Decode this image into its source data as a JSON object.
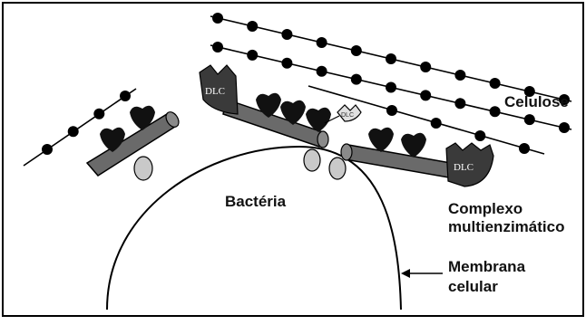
{
  "labels": {
    "celulose": "Celulose",
    "bacteria": "Bactéria",
    "complexo_line1": "Complexo",
    "complexo_line2": "multienzimático",
    "membrana_line1": "Membrana",
    "membrana_line2": "celular"
  },
  "dlc": {
    "left": "DLC",
    "right": "DLC",
    "small": "DLC"
  },
  "colors": {
    "frame": "#000000",
    "rod": "#6a6a6a",
    "anchor": "#c9c9c9",
    "dlc_fill": "#3a3a3a",
    "glucose_bead": "#000000"
  }
}
